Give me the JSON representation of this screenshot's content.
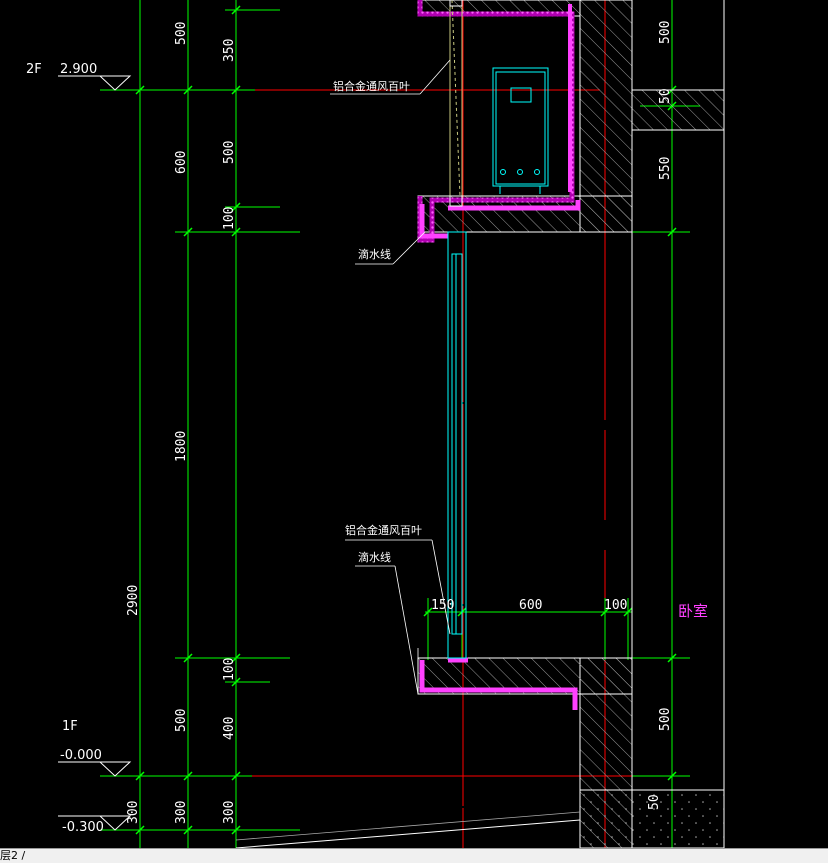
{
  "levels": {
    "second_floor_name": "2F",
    "second_floor_elev": "2.900",
    "first_floor_name": "1F",
    "first_floor_elev": "-0.000",
    "ground_elev": "-0.300"
  },
  "dims": {
    "top_500": "500",
    "d_350": "350",
    "d_600": "600",
    "d_500_mid": "500",
    "d_100_top": "100",
    "d_1800": "1800",
    "d_2900": "2900",
    "d_100_bot": "100",
    "d_500_low": "500",
    "d_400": "400",
    "d_300_a": "300",
    "d_300_b": "300",
    "right_500_top": "500",
    "right_50": "50",
    "right_550": "550",
    "right_500_low": "500",
    "right_50_low": "50",
    "sill_150": "150",
    "sill_600": "600",
    "sill_100": "100"
  },
  "notes": {
    "louver_top": "铝合金通风百叶",
    "drip_top": "滴水线",
    "louver_bottom": "铝合金通风百叶",
    "drip_bottom": "滴水线"
  },
  "room": {
    "label": "卧室"
  },
  "status": {
    "tab_label": "层2 /"
  },
  "colors": {
    "background": "#000000",
    "dimension": "#00ff00",
    "axis": "#ff0000",
    "outline": "#ffffff",
    "glass": "#00ffff",
    "insulation": "#ff40ff",
    "hatch": "#9a9a9a",
    "room_label": "#ff40ff"
  }
}
